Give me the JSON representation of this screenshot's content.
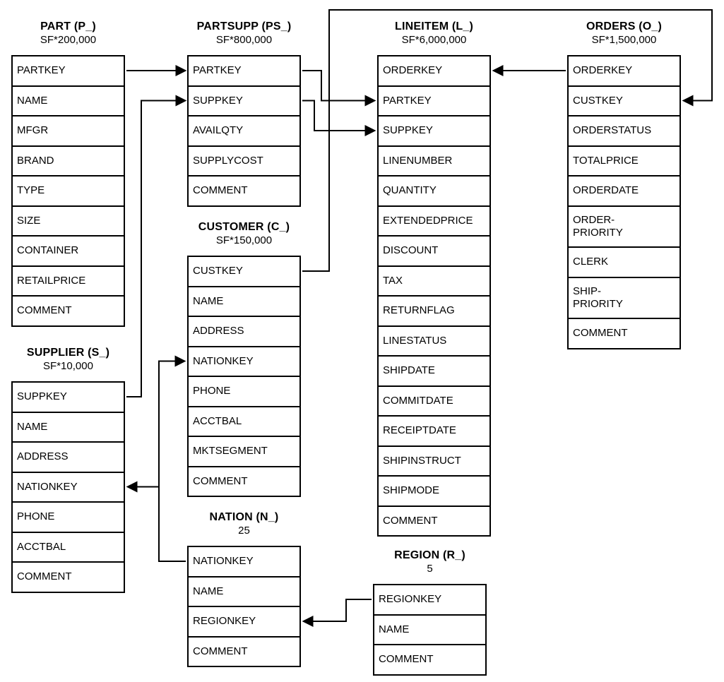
{
  "diagram": {
    "tables": [
      {
        "id": "part",
        "title": "PART (P_)",
        "subtitle": "SF*200,000",
        "columns": [
          "PARTKEY",
          "NAME",
          "MFGR",
          "BRAND",
          "TYPE",
          "SIZE",
          "CONTAINER",
          "RETAILPRICE",
          "COMMENT"
        ]
      },
      {
        "id": "partsupp",
        "title": "PARTSUPP (PS_)",
        "subtitle": "SF*800,000",
        "columns": [
          "PARTKEY",
          "SUPPKEY",
          "AVAILQTY",
          "SUPPLYCOST",
          "COMMENT"
        ]
      },
      {
        "id": "lineitem",
        "title": "LINEITEM (L_)",
        "subtitle": "SF*6,000,000",
        "columns": [
          "ORDERKEY",
          "PARTKEY",
          "SUPPKEY",
          "LINENUMBER",
          "QUANTITY",
          "EXTENDEDPRICE",
          "DISCOUNT",
          "TAX",
          "RETURNFLAG",
          "LINESTATUS",
          "SHIPDATE",
          "COMMITDATE",
          "RECEIPTDATE",
          "SHIPINSTRUCT",
          "SHIPMODE",
          "COMMENT"
        ]
      },
      {
        "id": "orders",
        "title": "ORDERS (O_)",
        "subtitle": "SF*1,500,000",
        "columns": [
          "ORDERKEY",
          "CUSTKEY",
          "ORDERSTATUS",
          "TOTALPRICE",
          "ORDERDATE",
          "ORDER-\nPRIORITY",
          "CLERK",
          "SHIP-\nPRIORITY",
          "COMMENT"
        ]
      },
      {
        "id": "customer",
        "title": "CUSTOMER (C_)",
        "subtitle": "SF*150,000",
        "columns": [
          "CUSTKEY",
          "NAME",
          "ADDRESS",
          "NATIONKEY",
          "PHONE",
          "ACCTBAL",
          "MKTSEGMENT",
          "COMMENT"
        ]
      },
      {
        "id": "supplier",
        "title": "SUPPLIER (S_)",
        "subtitle": "SF*10,000",
        "columns": [
          "SUPPKEY",
          "NAME",
          "ADDRESS",
          "NATIONKEY",
          "PHONE",
          "ACCTBAL",
          "COMMENT"
        ]
      },
      {
        "id": "nation",
        "title": "NATION (N_)",
        "subtitle": "25",
        "columns": [
          "NATIONKEY",
          "NAME",
          "REGIONKEY",
          "COMMENT"
        ]
      },
      {
        "id": "region",
        "title": "REGION (R_)",
        "subtitle": "5",
        "columns": [
          "REGIONKEY",
          "NAME",
          "COMMENT"
        ]
      }
    ],
    "relationships": [
      {
        "from": "PART.PARTKEY",
        "to": "PARTSUPP.PARTKEY"
      },
      {
        "from": "SUPPLIER.SUPPKEY",
        "to": "PARTSUPP.SUPPKEY"
      },
      {
        "from": "PARTSUPP.PARTKEY",
        "to": "LINEITEM.PARTKEY"
      },
      {
        "from": "PARTSUPP.SUPPKEY",
        "to": "LINEITEM.SUPPKEY"
      },
      {
        "from": "ORDERS.ORDERKEY",
        "to": "LINEITEM.ORDERKEY"
      },
      {
        "from": "CUSTOMER.CUSTKEY",
        "to": "ORDERS.CUSTKEY"
      },
      {
        "from": "NATION.NATIONKEY",
        "to": "CUSTOMER.NATIONKEY"
      },
      {
        "from": "NATION.NATIONKEY",
        "to": "SUPPLIER.NATIONKEY"
      },
      {
        "from": "REGION.REGIONKEY",
        "to": "NATION.REGIONKEY"
      }
    ],
    "line_color": "#000000",
    "background_color": "#ffffff"
  }
}
